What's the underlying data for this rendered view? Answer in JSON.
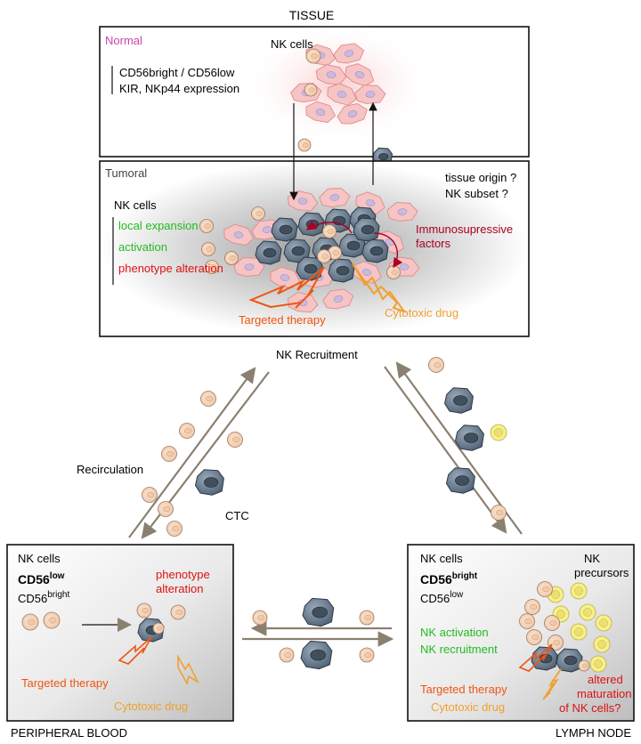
{
  "title": "TISSUE",
  "normal_panel": {
    "label": "Normal",
    "nk_cells": "NK cells",
    "line1": "CD56bright / CD56low",
    "line2": "KIR, NKp44 expression"
  },
  "tumoral_panel": {
    "label": "Tumoral",
    "nk_cells": "NK cells",
    "local_expansion": "local expansion",
    "activation": "activation",
    "phenotype_alteration": "phenotype alteration",
    "question1": "tissue origin ?",
    "question2": "NK subset ?",
    "immuno1": "Immunosupressive",
    "immuno2": "factors",
    "targeted_therapy": "Targeted therapy",
    "cytotoxic_drug": "Cytotoxic drug"
  },
  "middle": {
    "nk_recruitment": "NK Recruitment",
    "recirculation": "Recirculation",
    "ctc": "CTC"
  },
  "peripheral_blood": {
    "nk_cells": "NK cells",
    "cd56_low_base": "CD56",
    "cd56_low_sup": "low",
    "cd56_bright_base": "CD56",
    "cd56_bright_sup": "bright",
    "phenotype1": "phenotype",
    "phenotype2": "alteration",
    "targeted_therapy": "Targeted therapy",
    "cytotoxic_drug": "Cytotoxic drug",
    "caption": "PERIPHERAL BLOOD"
  },
  "lymph_node": {
    "nk_cells": "NK cells",
    "cd56_bright_base": "CD56",
    "cd56_bright_sup": "bright",
    "cd56_low_base": "CD56",
    "cd56_low_sup": "low",
    "precursors1": "NK",
    "precursors2": "precursors",
    "nk_activation": "NK activation",
    "nk_recruitment": "NK recruitment",
    "targeted_therapy": "Targeted therapy",
    "cytotoxic_drug": "Cytotoxic drug",
    "altered1": "altered",
    "altered2": "maturation",
    "altered3": "of NK cells?",
    "caption": "LYMPH NODE"
  },
  "colors": {
    "normal_label": "#cc44aa",
    "green": "#22bb22",
    "red": "#dd1111",
    "dark_red": "#aa0022",
    "orange_targeted": "#ee5511",
    "orange_cytotoxic": "#f0a030",
    "arrow_gray": "#8a8070",
    "nk_fill": "#f7d9bf",
    "tumor_fill": "#5b6e80",
    "yellow_precursor": "#f7f08a"
  }
}
